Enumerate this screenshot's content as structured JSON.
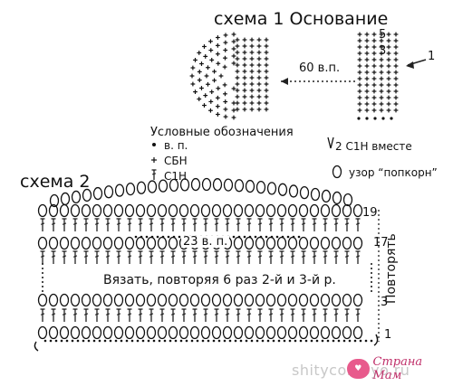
{
  "scheme1": {
    "title": "схема 1 Основание",
    "chain_label": "60 в.п.",
    "row_numbers": [
      "5",
      "3",
      "1"
    ]
  },
  "legend": {
    "heading": "Условные обозначения",
    "items": [
      {
        "label": "в. п.",
        "icon": "chain-stitch-icon"
      },
      {
        "label": "СБН",
        "icon": "single-crochet-icon"
      },
      {
        "label": "С1Н",
        "icon": "double-crochet-icon"
      },
      {
        "label": "2 С1Н вместе",
        "icon": "dc2tog-icon"
      },
      {
        "label": "узор “попкорн”",
        "icon": "popcorn-icon"
      }
    ]
  },
  "scheme2": {
    "title": "схема 2",
    "chain_label": "23 в. п.",
    "instruction": "Вязать, повторяя 6 раз 2-й и 3-й р.",
    "repeat_label": "Повторять",
    "row_numbers": [
      "19",
      "17",
      "3",
      "1"
    ]
  },
  "watermark": {
    "site": "shitycomoyo.ru",
    "logo_text": "Страна Мам"
  }
}
